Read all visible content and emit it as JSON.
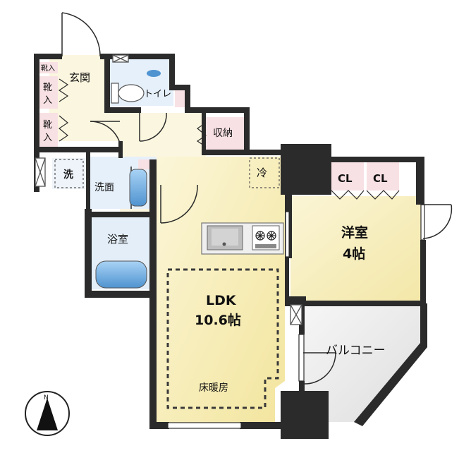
{
  "rooms": {
    "genkan": "玄関",
    "toilet": "トイレ",
    "storage": "収納",
    "fridge": "冷",
    "washer": "洗",
    "washroom": "洗面",
    "bath": "浴室",
    "ldk_name": "LDK",
    "ldk_size": "10.6帖",
    "floor_heating": "床暖房",
    "western_name": "洋室",
    "western_size": "4帖",
    "closet_1": "CL",
    "closet_2": "CL",
    "balcony": "バルコニー",
    "shoe_top": "靴入",
    "shoe_1_a": "靴",
    "shoe_1_b": "入",
    "shoe_2_a": "靴",
    "shoe_2_b": "入"
  },
  "compass": {
    "north": "N"
  },
  "colors": {
    "wall": "#2b2b2b",
    "ldk_floor": "#f7eeb4",
    "western_floor": "#f7efc0",
    "wet_floor": "#e3eef8",
    "storage_pink": "#f8e1e4",
    "hall_floor": "#fbf6df",
    "balcony_floor": "#ececec"
  }
}
